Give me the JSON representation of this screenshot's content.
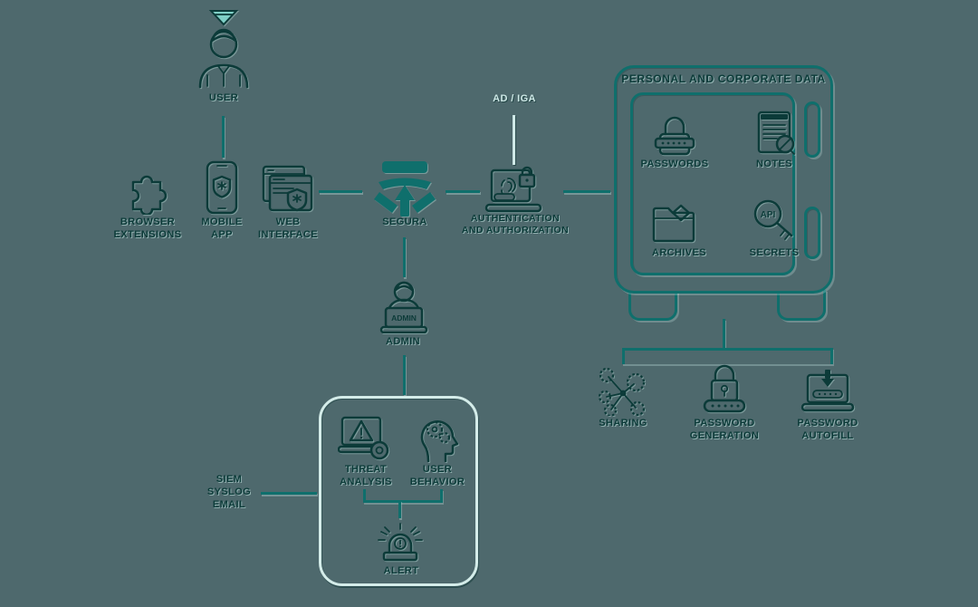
{
  "colors": {
    "background": "#4e696d",
    "outline": "#0c3b39",
    "accent_teal": "#0f6f6c",
    "light_teal": "#cfe9e7",
    "cursor_fill": "#7fd0c6"
  },
  "nodes": {
    "user": {
      "label": "USER"
    },
    "browser_extensions": {
      "label": "BROWSER EXTENSIONS"
    },
    "mobile_app": {
      "label": "MOBILE APP"
    },
    "web_interface": {
      "label": "WEB INTERFACE"
    },
    "segura": {
      "label": "SEGURA"
    },
    "ad_iga": {
      "label": "AD / IGA"
    },
    "authentication": {
      "label": "AUTHENTICATION AND AUTHORIZATION"
    },
    "vault": {
      "title": "PERSONAL AND CORPORATE DATA",
      "items": [
        {
          "label": "PASSWORDS"
        },
        {
          "label": "NOTES"
        },
        {
          "label": "ARCHIVES"
        },
        {
          "label": "SECRETS",
          "icon_text": "API"
        }
      ]
    },
    "sharing": {
      "label": "SHARING"
    },
    "password_generation": {
      "label": "PASSWORD GENERATION"
    },
    "password_autofill": {
      "label": "PASSWORD AUTOFILL"
    },
    "admin": {
      "label": "ADMIN",
      "screen_text": "ADMIN"
    },
    "threat_analysis": {
      "label": "THREAT ANALYSIS"
    },
    "user_behavior": {
      "label": "USER BEHAVIOR"
    },
    "alert": {
      "label": "ALERT"
    },
    "siem": {
      "label": "SIEM SYSLOG EMAIL"
    }
  }
}
